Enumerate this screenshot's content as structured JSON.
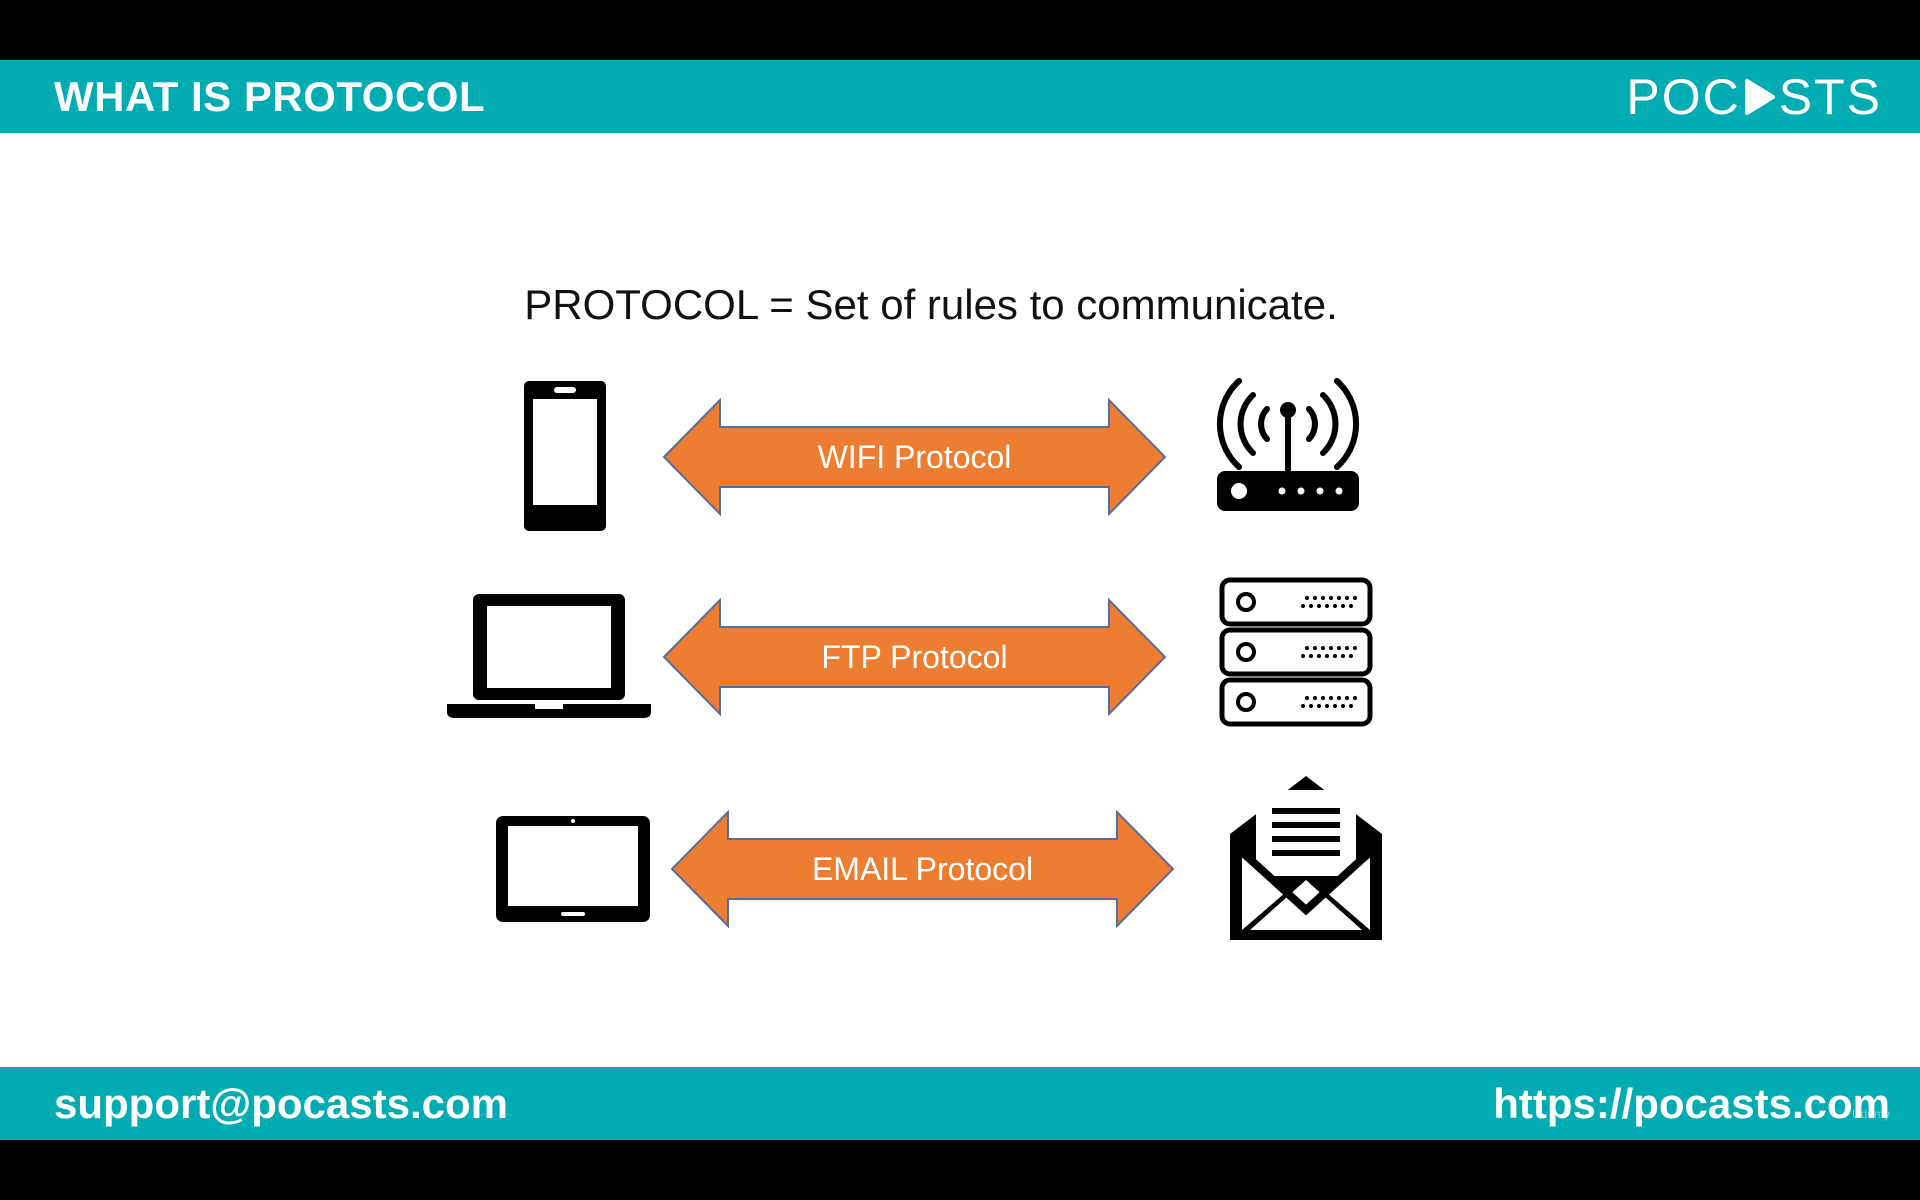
{
  "header": {
    "title": "WHAT IS PROTOCOL",
    "brand": {
      "left": "POC",
      "right": "STS"
    }
  },
  "slide": {
    "definition": "PROTOCOL = Set of rules to communicate.",
    "rows": [
      {
        "label": "WIFI Protocol",
        "left_icon": "smartphone-icon",
        "right_icon": "wifi-router-icon"
      },
      {
        "label": "FTP Protocol",
        "left_icon": "laptop-icon",
        "right_icon": "server-rack-icon"
      },
      {
        "label": "EMAIL Protocol",
        "left_icon": "tablet-icon",
        "right_icon": "open-envelope-icon"
      }
    ],
    "arrow_color": "#ed7d31"
  },
  "footer": {
    "email": "support@pocasts.com",
    "url": "https://pocasts.com",
    "watermark": "Udemy"
  },
  "colors": {
    "bar": "#00acb1",
    "background": "#ffffff",
    "letterbox": "#000000"
  }
}
